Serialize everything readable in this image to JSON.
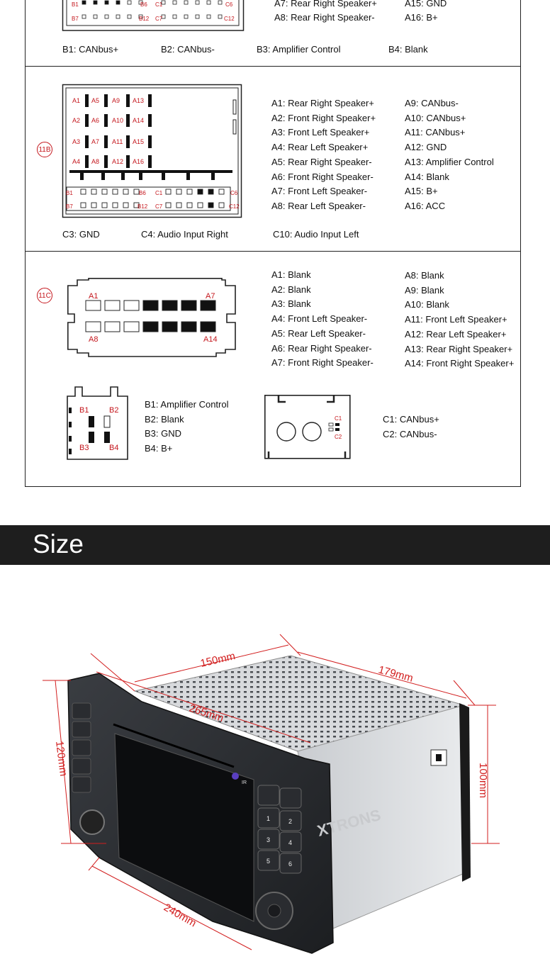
{
  "section_a": {
    "pins_right": [
      "A7: Rear Right Speaker+",
      "A8: Rear Right Speaker-",
      "A15: GND",
      "A16: B+"
    ],
    "bottom": [
      "B1: CANbus+",
      "B2: CANbus-",
      "B3: Amplifier Control",
      "B4: Blank"
    ],
    "conn_labels": [
      "B1",
      "B6",
      "C1",
      "C6",
      "B7",
      "B12",
      "C7",
      "C12"
    ]
  },
  "section_b": {
    "tag": "11B",
    "col1": [
      "A1: Rear Right Speaker+",
      "A2: Front Right Speaker+",
      "A3: Front Left Speaker+",
      "A4: Rear Left Speaker+",
      "A5: Rear Right Speaker-",
      "A6: Front Right Speaker-",
      "A7: Front Left Speaker-",
      "A8: Rear Left Speaker-"
    ],
    "col2": [
      "A9: CANbus-",
      "A10: CANbus+",
      "A11: CANbus+",
      "A12: GND",
      "A13: Amplifier Control",
      "A14: Blank",
      "A15: B+",
      "A16: ACC"
    ],
    "bottom": [
      "C3: GND",
      "C4: Audio Input Right",
      "C10: Audio Input Left"
    ],
    "pin_labels": [
      "A1",
      "A5",
      "A9",
      "A13",
      "A2",
      "A6",
      "A10",
      "A14",
      "A3",
      "A7",
      "A11",
      "A15",
      "A4",
      "A8",
      "A12",
      "A16"
    ],
    "conn_labels": [
      "B1",
      "B6",
      "C1",
      "C6",
      "B7",
      "B12",
      "C7",
      "C12"
    ]
  },
  "section_c": {
    "tag": "11C",
    "col1": [
      "A1: Blank",
      "A2: Blank",
      "A3: Blank",
      "A4: Front Left Speaker-",
      "A5: Rear Left Speaker-",
      "A6: Rear Right Speaker-",
      "A7: Front Right Speaker-"
    ],
    "col2": [
      "A8: Blank",
      "A9: Blank",
      "A10: Blank",
      "A11: Front Left Speaker+",
      "A12: Rear Left Speaker+",
      "A13: Rear Right Speaker+",
      "A14: Front Right Speaker+"
    ],
    "conn_a_labels": [
      "A1",
      "A7",
      "A8",
      "A14"
    ],
    "b_pins": [
      "B1: Amplifier Control",
      "B2: Blank",
      "B3: GND",
      "B4: B+"
    ],
    "b_labels": [
      "B1",
      "B2",
      "B3",
      "B4"
    ],
    "c_pins": [
      "C1: CANbus+",
      "C2: CANbus-"
    ],
    "c_labels": [
      "C1",
      "C2"
    ]
  },
  "size": {
    "heading": "Size",
    "dims": {
      "top_width": "150mm",
      "depth": "179mm",
      "face_width": "265mm",
      "left_height": "120mm",
      "right_height": "100mm",
      "bottom_width": "240mm"
    },
    "brand": "XTRONS",
    "ir": "IR",
    "keys": [
      "1",
      "2",
      "3",
      "4",
      "5",
      "6"
    ]
  },
  "colors": {
    "accent": "#c4161c",
    "band": "#1e1e1e"
  }
}
